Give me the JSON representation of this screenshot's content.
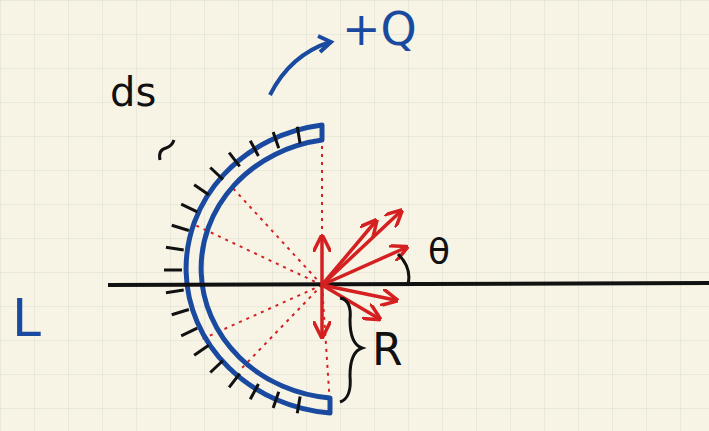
{
  "diagram": {
    "labels": [
      "+Q",
      "ds",
      "L",
      "R",
      "θ"
    ]
  }
}
